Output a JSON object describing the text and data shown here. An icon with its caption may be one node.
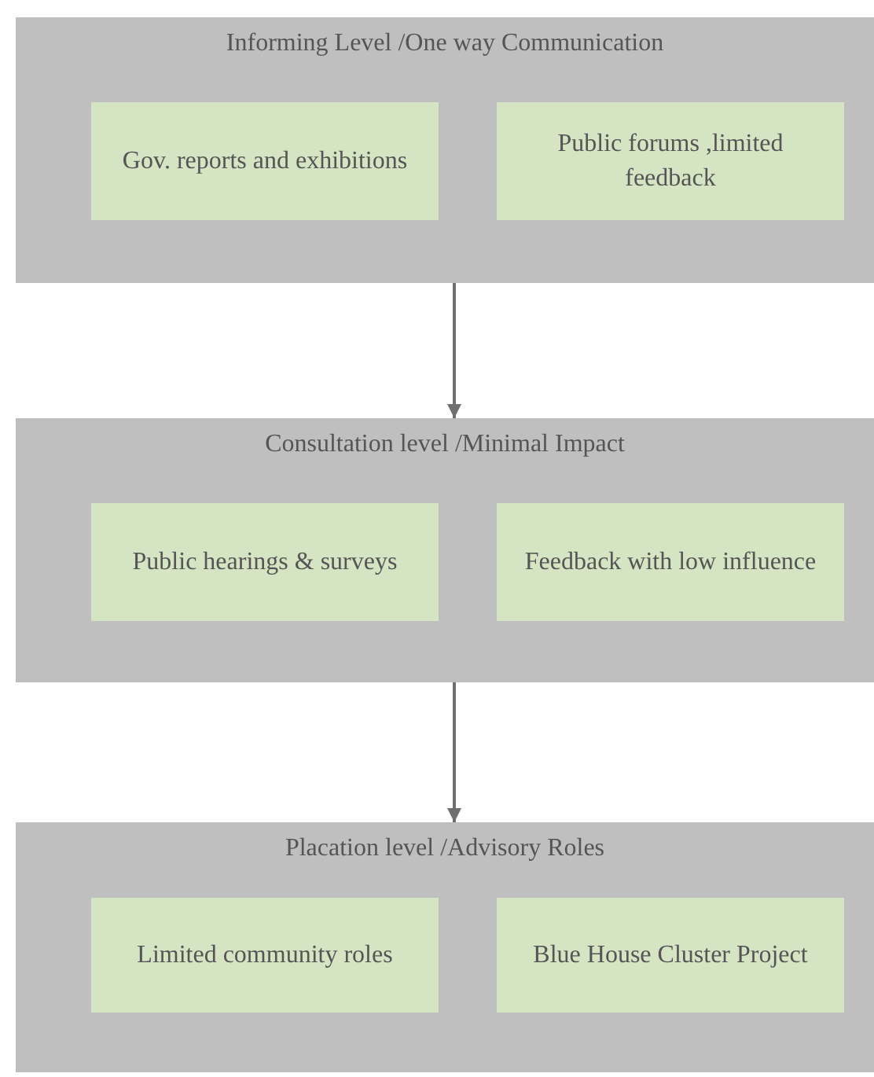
{
  "diagram": {
    "nodes": [
      {
        "text": [
          "Informing Level /One way Communication"
        ]
      },
      {
        "text": [
          "Gov. reports and exhibitions"
        ],
        "in": 0
      },
      {
        "text": [
          "Public forums ,limited feedback"
        ],
        "in": 0
      },
      {
        "text": [
          "Consultation level /Minimal Impact"
        ]
      },
      {
        "text": [
          "Public hearings & surveys"
        ],
        "in": 3
      },
      {
        "text": [
          "Feedback with low influence"
        ],
        "in": 3
      },
      {
        "text": [
          "Placation level /Advisory Roles"
        ]
      },
      {
        "text": [
          "Limited community roles"
        ],
        "in": 6
      },
      {
        "text": [
          "Blue House Cluster Project"
        ],
        "in": 6
      }
    ],
    "edges": [
      {
        "from": 0,
        "to": 3,
        "arrow": "to"
      },
      {
        "from": 3,
        "to": 6,
        "arrow": "to"
      }
    ]
  }
}
